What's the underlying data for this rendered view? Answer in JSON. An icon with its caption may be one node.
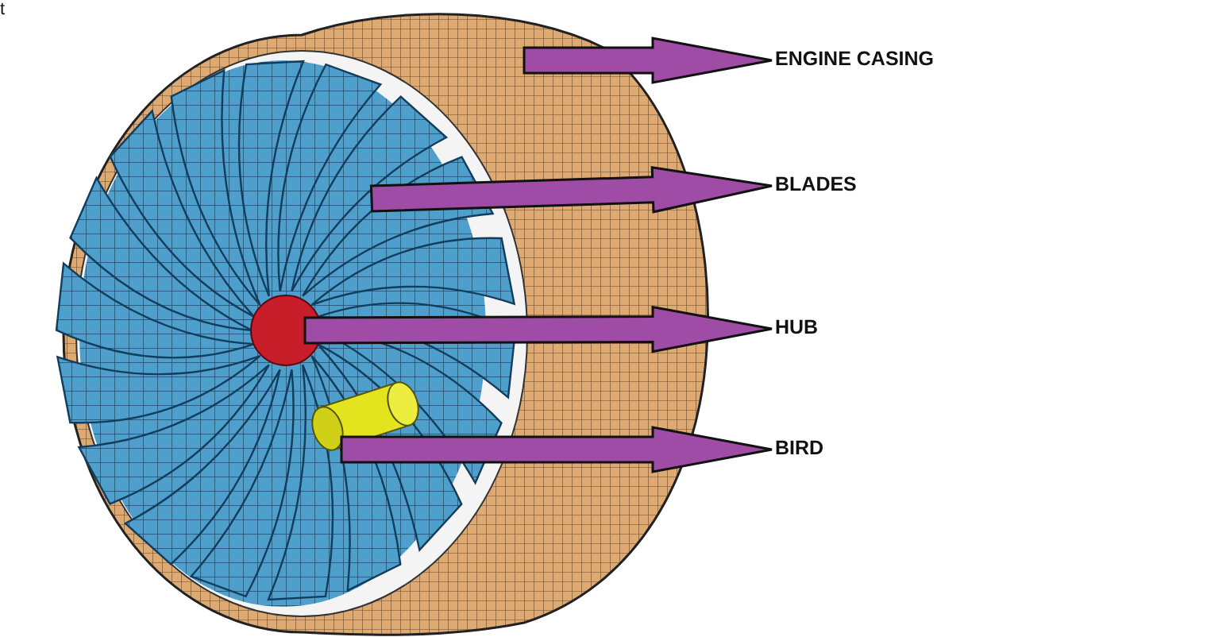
{
  "diagram": {
    "nodes": [
      {
        "text": [
          "ENGINE CASING"
        ]
      },
      {
        "text": [
          "BLADES"
        ]
      },
      {
        "text": [
          "HUB"
        ]
      },
      {
        "text": [
          "BIRD"
        ]
      },
      {
        "text": [],
        "shape": "picture"
      },
      {
        "text": [],
        "shape": "picture",
        "in": 4
      },
      {
        "text": [],
        "shape": "circle",
        "in": 5
      },
      {
        "text": [],
        "shape": "cylinder",
        "in": 5
      }
    ],
    "edges": [
      {
        "from": 4,
        "to": 0,
        "arrow": "to"
      },
      {
        "from": 5,
        "to": 1,
        "arrow": "to"
      },
      {
        "from": 6,
        "to": 2,
        "arrow": "to"
      },
      {
        "from": 7,
        "to": 3,
        "arrow": "to"
      }
    ],
    "labels": [
      "t"
    ]
  }
}
